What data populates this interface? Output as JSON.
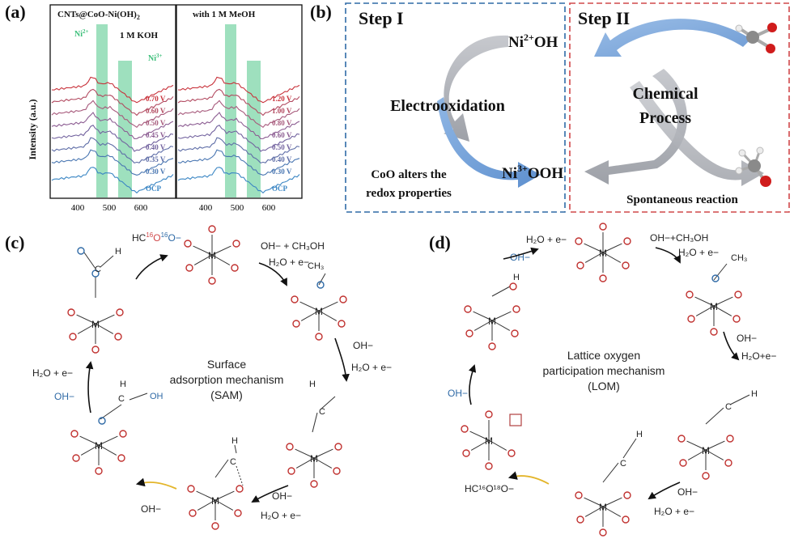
{
  "panels": {
    "a": {
      "label": "(a)",
      "left_title": "CNTs@CoO-Ni(OH)",
      "left_title_sub": "2",
      "left_electrolyte": "1 M KOH",
      "right_title": "with 1 M MeOH",
      "ylabel": "Intensity (a.u.)",
      "ni2_label": "Ni",
      "ni2_sup": "2+",
      "ni3_label": "Ni",
      "ni3_sup": "3+",
      "left_potentials": [
        "0.70 V",
        "0.60 V",
        "0.50 V",
        "0.45 V",
        "0.40 V",
        "0.35 V",
        "0.30 V",
        "OCP"
      ],
      "right_potentials": [
        "1.20 V",
        "1.00 V",
        "0.80 V",
        "0.60 V",
        "0.50 V",
        "0.40 V",
        "0.30 V",
        "OCP"
      ],
      "left_xticks": [
        "400",
        "500",
        "600"
      ],
      "right_xticks": [
        "400",
        "500",
        "600"
      ]
    },
    "b": {
      "label": "(b)",
      "step1": "Step I",
      "step2": "Step II",
      "ni2_base": "Ni",
      "ni2_sup": "2+",
      "ni2_rest": "OH",
      "ni3_base": "Ni",
      "ni3_sup": "3+",
      "ni3_rest": "OOH",
      "electrooxidation": "Electrooxidation",
      "chemical1": "Chemical",
      "chemical2": "Process",
      "coo1": "CoO alters the",
      "coo2": "redox properties",
      "spontaneous": "Spontaneous reaction",
      "colors": {
        "step1_border": "#2f6aa6",
        "step2_border": "#d0484a"
      }
    },
    "c": {
      "label": "(c)",
      "center1": "Surface",
      "center2": "adsorption mechanism",
      "center3": "(SAM)",
      "formate_prefix": "HC",
      "formate_sup1": "16",
      "formate_mid": "O",
      "formate_sup2": "16",
      "formate_end": "O−",
      "oh_ch3oh": "OH− + CH₃OH",
      "h2o_e": "H₂O + e−",
      "oh": "OH−",
      "h2o_e2": "H₂O + e−",
      "oh_minus": "OH−",
      "h2o_plain": "H₂O + e−",
      "ch3": "CH₃",
      "m": "M",
      "o": "O",
      "h": "H",
      "c": "C",
      "oh_group": "OH"
    },
    "d": {
      "label": "(d)",
      "center1": "Lattice oxygen",
      "center2": "participation mechanism",
      "center3": "(LOM)",
      "h2o_e_top": "H₂O + e−",
      "oh_top": "OH−",
      "oh_ch3oh": "OH−+CH₃OH",
      "h2o_e": "H₂O + e−",
      "oh": "OH−",
      "h2o_e2": "H₂O+e−",
      "oh_left": "OH−",
      "formate": "HC¹⁶O¹⁸O−",
      "oh_bottom": "OH−",
      "h2o_bottom": "H₂O + e−",
      "ch3": "CH₃",
      "m": "M",
      "o": "O",
      "h": "H",
      "c": "C"
    }
  }
}
